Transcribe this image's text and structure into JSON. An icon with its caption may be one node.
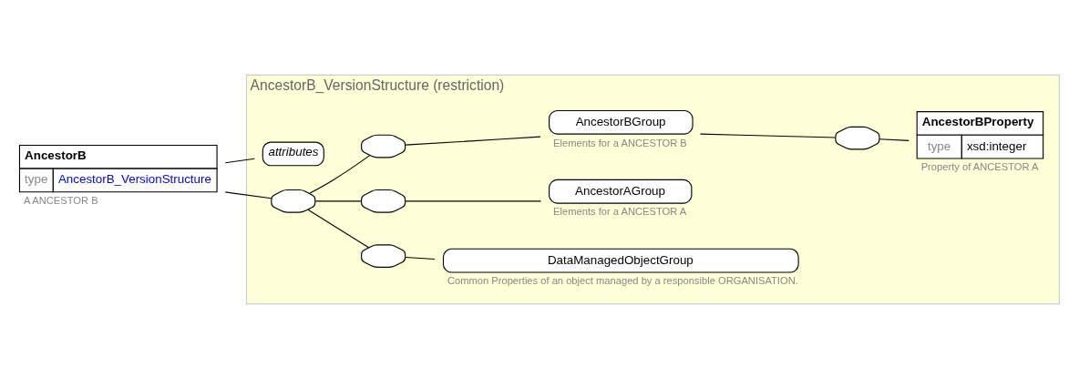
{
  "diagram": {
    "nodes": [
      {
        "text": [
          "AncestorB_VersionStructure (restriction)"
        ]
      },
      {
        "text": [
          "AncestorB",
          "type",
          "AncestorB_VersionStructure"
        ],
        "beside": [
          "A ANCESTOR B"
        ]
      },
      {
        "text": [
          "attributes"
        ],
        "in": 0
      },
      {
        "text": [],
        "shape": "octagon",
        "in": 0
      },
      {
        "text": [],
        "shape": "octagon",
        "in": 0
      },
      {
        "text": [
          "DataManagedObjectGroup"
        ],
        "in": 0,
        "beside": [
          "Common Properties of an object managed by a responsible ORGANISATION."
        ]
      },
      {
        "text": [],
        "shape": "octagon",
        "in": 0
      },
      {
        "text": [
          "AncestorAGroup"
        ],
        "in": 0,
        "beside": [
          "Elements for a ANCESTOR A"
        ]
      },
      {
        "text": [],
        "shape": "octagon",
        "in": 0
      },
      {
        "text": [
          "AncestorBGroup"
        ],
        "in": 0,
        "beside": [
          "Elements for a ANCESTOR B"
        ]
      },
      {
        "text": [],
        "shape": "octagon",
        "in": 0
      },
      {
        "text": [
          "AncestorBProperty",
          "type",
          "xsd:integer"
        ],
        "in": 0,
        "beside": [
          "Property of ANCESTOR A"
        ]
      }
    ],
    "edges": [
      {
        "from": 1,
        "to": 2,
        "arrow": "none"
      },
      {
        "from": 1,
        "to": 3,
        "arrow": "none"
      },
      {
        "from": 3,
        "to": 4,
        "arrow": "none"
      },
      {
        "from": 4,
        "to": 5,
        "arrow": "none"
      },
      {
        "from": 3,
        "to": 6,
        "arrow": "none"
      },
      {
        "from": 6,
        "to": 7,
        "arrow": "none"
      },
      {
        "from": 3,
        "to": 8,
        "arrow": "none"
      },
      {
        "from": 8,
        "to": 9,
        "arrow": "none"
      },
      {
        "from": 9,
        "to": 10,
        "arrow": "none"
      },
      {
        "from": 10,
        "to": 11,
        "arrow": "none"
      }
    ]
  }
}
